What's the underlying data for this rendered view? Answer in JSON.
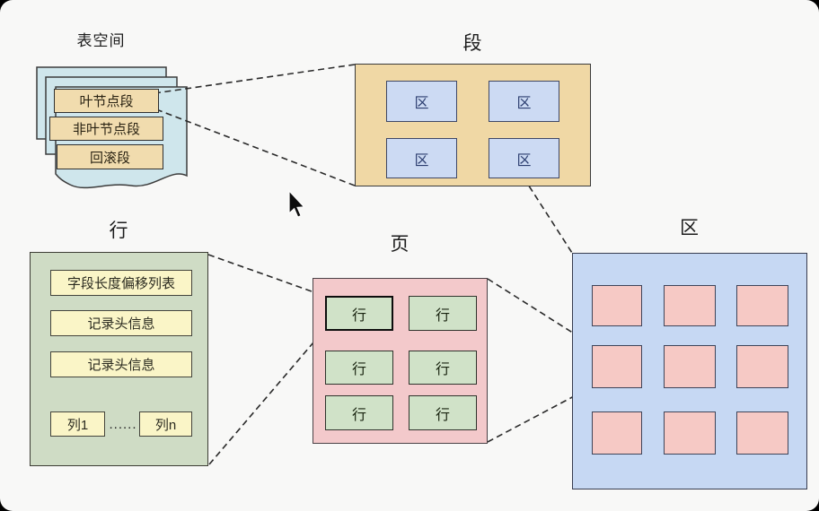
{
  "tablespace": {
    "title": "表空间",
    "items": [
      {
        "label": "叶节点段"
      },
      {
        "label": "非叶节点段"
      },
      {
        "label": "回滚段"
      }
    ]
  },
  "segment": {
    "title": "段",
    "cells": [
      {
        "label": "区"
      },
      {
        "label": "区"
      },
      {
        "label": "区"
      },
      {
        "label": "区"
      }
    ]
  },
  "extent": {
    "title": "区",
    "page_cell_count": 9
  },
  "page": {
    "title": "页",
    "cells": [
      {
        "label": "行"
      },
      {
        "label": "行"
      },
      {
        "label": "行"
      },
      {
        "label": "行"
      },
      {
        "label": "行"
      },
      {
        "label": "行"
      }
    ]
  },
  "row": {
    "title": "行",
    "fields": [
      {
        "label": "字段长度偏移列表"
      },
      {
        "label": "记录头信息"
      },
      {
        "label": "记录头信息"
      }
    ],
    "columns": {
      "first": "列1",
      "ellipsis": "......",
      "last": "列n"
    }
  },
  "colors": {
    "segment_tan": "#f0d8a5",
    "segment_cell_blue": "#ccdaf3",
    "extent_blue": "#c6d8f3",
    "extent_cell_pink": "#f6c9c5",
    "page_pink": "#f3c9cb",
    "page_cell_green": "#d0e2c8",
    "row_green": "#cfdcc5",
    "row_field_yellow": "#faf5c7",
    "tablespace_sheet_blue": "#cfe6ec"
  }
}
